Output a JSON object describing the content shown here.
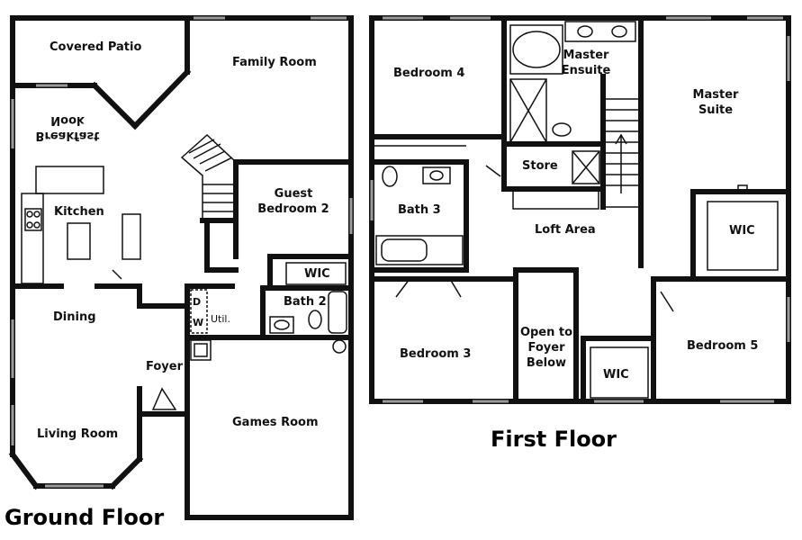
{
  "ground_floor": {
    "title": "Ground Floor",
    "rooms": {
      "covered_patio": "Covered Patio",
      "family_room": "Family Room",
      "breakfast_nook_line1": "Breakfast",
      "breakfast_nook_line2": "Nook",
      "kitchen": "Kitchen",
      "guest_bedroom_2_line1": "Guest",
      "guest_bedroom_2_line2": "Bedroom 2",
      "wic": "WIC",
      "bath_2": "Bath 2",
      "dining": "Dining",
      "util": "Util.",
      "washer": "W",
      "dryer": "D",
      "foyer": "Foyer",
      "games_room": "Games Room",
      "living_room": "Living Room"
    }
  },
  "first_floor": {
    "title": "First Floor",
    "rooms": {
      "bedroom_4": "Bedroom 4",
      "master_ensuite_line1": "Master",
      "master_ensuite_line2": "Ensuite",
      "master_suite_line1": "Master",
      "master_suite_line2": "Suite",
      "store": "Store",
      "bath_3": "Bath 3",
      "loft_area": "Loft Area",
      "wic_master": "WIC",
      "bedroom_3": "Bedroom 3",
      "open_to_foyer_line1": "Open to",
      "open_to_foyer_line2": "Foyer",
      "open_to_foyer_line3": "Below",
      "wic_small": "WIC",
      "bedroom_5": "Bedroom 5"
    }
  },
  "colors": {
    "wall": "#111111",
    "window": "#9a9a9a",
    "fixture": "#333333"
  }
}
